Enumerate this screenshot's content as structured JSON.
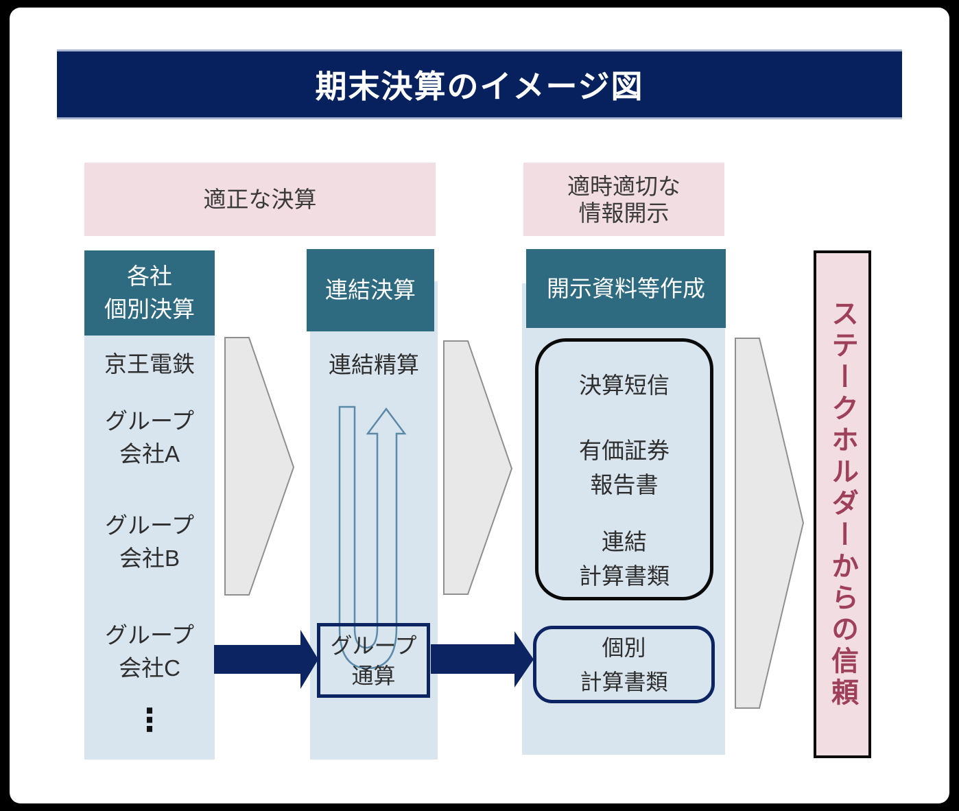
{
  "title": "期末決算のイメージ図",
  "banners": {
    "proper": "適正な決算",
    "timely_line1": "適時適切な",
    "timely_line2": "情報開示"
  },
  "col_individual": {
    "header_line1": "各社",
    "header_line2": "個別決算",
    "company_0": "京王電鉄",
    "company_1_line1": "グループ",
    "company_1_line2": "会社A",
    "company_2_line1": "グループ",
    "company_2_line2": "会社B",
    "company_3_line1": "グループ",
    "company_3_line2": "会社C",
    "ellipsis": "⋮"
  },
  "col_consolidated": {
    "header": "連結決算",
    "settlement": "連結精算",
    "group_box_line1": "グループ",
    "group_box_line2": "通算"
  },
  "col_disclosure": {
    "header": "開示資料等作成",
    "tanshin": "決算短信",
    "securities_line1": "有価証券",
    "securities_line2": "報告書",
    "consolidated_line1": "連結",
    "consolidated_line2": "計算書類",
    "individual_line1": "個別",
    "individual_line2": "計算書類"
  },
  "stakeholder": {
    "label": "ステークホルダーからの信頼"
  },
  "colors": {
    "navy": "#0c2461",
    "title_navy": "#06215e",
    "teal": "#2e6a80",
    "light_blue": "#d9e5ee",
    "pink": "#f2dde3",
    "maroon_text": "#9e4059",
    "gray_arrow_fill": "#e8e8e8",
    "gray_arrow_stroke": "#8f8f8f",
    "loop_arrow_stroke": "#5b89a8"
  }
}
